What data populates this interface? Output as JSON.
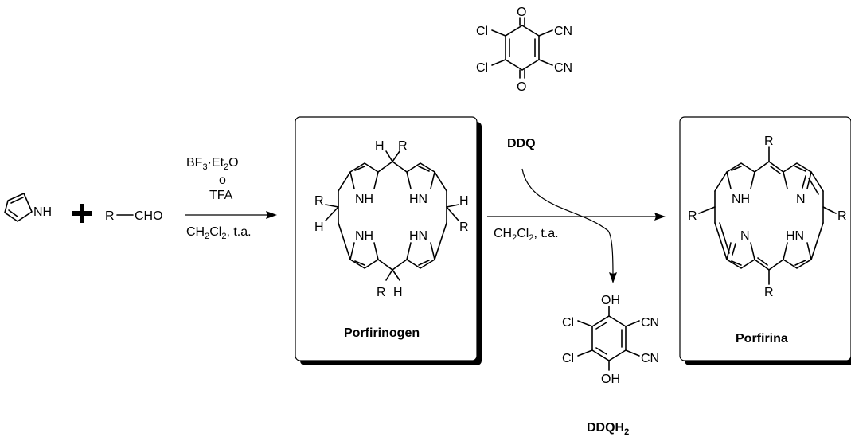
{
  "reactants": {
    "pyrrole_nh": "NH",
    "plus": "+",
    "aldehyde_r": "R",
    "aldehyde_cho": "CHO"
  },
  "step1": {
    "cat1_a": "BF",
    "cat1_sub": "3",
    "cat1_b": "·Et",
    "cat1_sub2": "2",
    "cat1_c": "O",
    "or": "o",
    "cat2": "TFA",
    "solvent_a": "CH",
    "solvent_sub1": "2",
    "solvent_b": "Cl",
    "solvent_sub2": "2",
    "solvent_c": ", t.a."
  },
  "step2": {
    "solvent_a": "CH",
    "solvent_sub1": "2",
    "solvent_b": "Cl",
    "solvent_sub2": "2",
    "solvent_c": ", t.a."
  },
  "porphyrinogen": {
    "name": "Porfirinogen",
    "h": "H",
    "r": "R",
    "nh": "NH",
    "hn": "HN"
  },
  "porphyrin": {
    "name": "Porfirina",
    "r": "R",
    "nh": "NH",
    "hn": "HN",
    "n": "N"
  },
  "ddq": {
    "name": "DDQ",
    "o": "O",
    "cl": "Cl",
    "cn": "CN"
  },
  "ddqh2": {
    "name_a": "DDQH",
    "name_sub": "2",
    "oh": "OH",
    "cl": "Cl",
    "cn": "CN"
  }
}
